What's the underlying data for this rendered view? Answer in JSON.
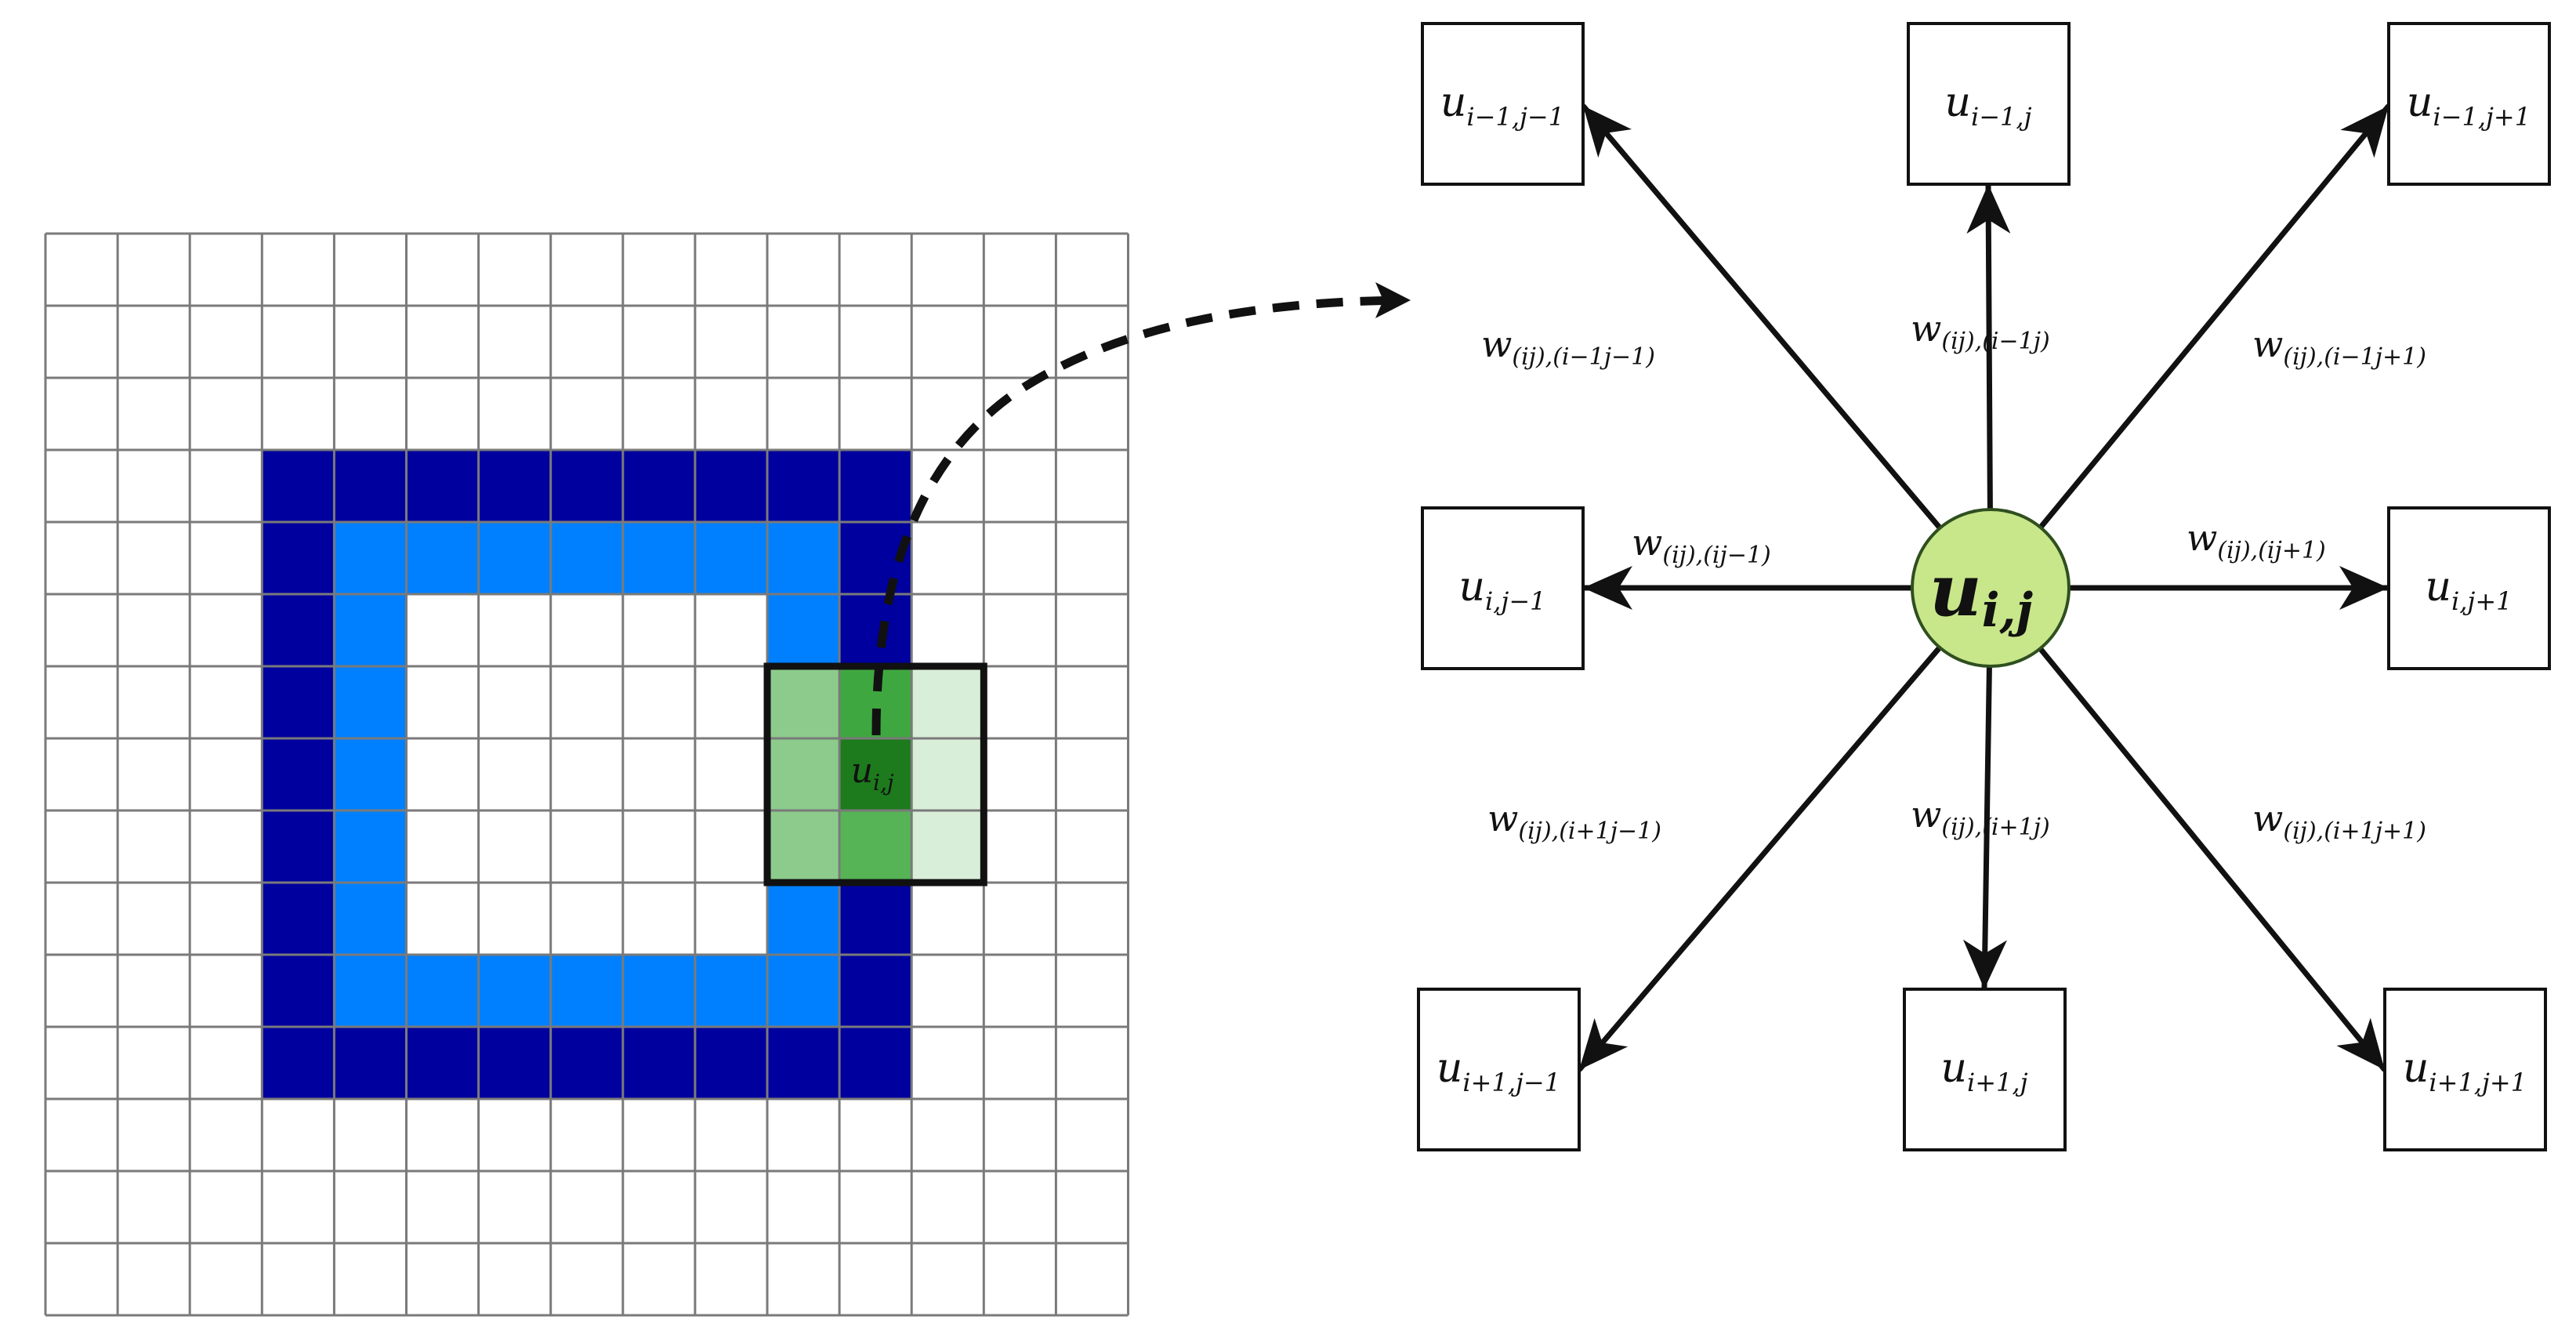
{
  "grid": {
    "rows": 15,
    "cols": 15,
    "colors": {
      "line": "#7a7a7a",
      "background": "#ffffff",
      "outer_ring": "#00009e",
      "inner_ring": "#0080ff"
    },
    "outer_ring": {
      "row_start": 3,
      "row_end": 11,
      "col_start": 3,
      "col_end": 11
    },
    "inner_ring": {
      "row_start": 4,
      "row_end": 10,
      "col_start": 4,
      "col_end": 10
    },
    "window": {
      "row_start": 6,
      "col_start": 10,
      "size": 3,
      "center_label": {
        "base": "u",
        "sub": "i,j"
      },
      "cell_colors": [
        [
          "#8ccb8c",
          "#3fa73f",
          "#d9eed9"
        ],
        [
          "#8ccb8c",
          "#1d7a1d",
          "#d9eed9"
        ],
        [
          "#8ccb8c",
          "#56b456",
          "#d9eed9"
        ]
      ]
    }
  },
  "diagram": {
    "center": {
      "label": {
        "base": "u",
        "sub": "i,j"
      },
      "fill": "#c8e68a",
      "stroke": "#2f4f1f",
      "text_color": "#1f6a35"
    },
    "neighbors": [
      {
        "id": "tl",
        "label": {
          "base": "u",
          "sub": "i−1,j−1"
        }
      },
      {
        "id": "tc",
        "label": {
          "base": "u",
          "sub": "i−1,j"
        }
      },
      {
        "id": "tr",
        "label": {
          "base": "u",
          "sub": "i−1,j+1"
        }
      },
      {
        "id": "ml",
        "label": {
          "base": "u",
          "sub": "i,j−1"
        }
      },
      {
        "id": "mr",
        "label": {
          "base": "u",
          "sub": "i,j+1"
        }
      },
      {
        "id": "bl",
        "label": {
          "base": "u",
          "sub": "i+1,j−1"
        }
      },
      {
        "id": "bc",
        "label": {
          "base": "u",
          "sub": "i+1,j"
        }
      },
      {
        "id": "br",
        "label": {
          "base": "u",
          "sub": "i+1,j+1"
        }
      }
    ],
    "weights": [
      {
        "id": "tl",
        "base": "w",
        "sub": "(ij),(i−1j−1)"
      },
      {
        "id": "tc",
        "base": "w",
        "sub": "(ij),(i−1j)"
      },
      {
        "id": "tr",
        "base": "w",
        "sub": "(ij),(i−1j+1)"
      },
      {
        "id": "ml",
        "base": "w",
        "sub": "(ij),(ij−1)"
      },
      {
        "id": "mr",
        "base": "w",
        "sub": "(ij),(ij+1)"
      },
      {
        "id": "bl",
        "base": "w",
        "sub": "(ij),(i+1j−1)"
      },
      {
        "id": "bc",
        "base": "w",
        "sub": "(ij),(i+1j)"
      },
      {
        "id": "br",
        "base": "w",
        "sub": "(ij),(i+1j+1)"
      }
    ]
  }
}
